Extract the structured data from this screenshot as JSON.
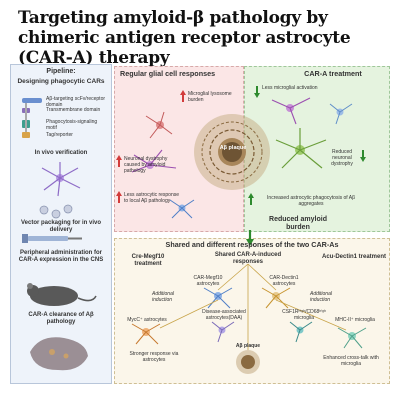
{
  "title": "Targeting amyloid-β pathology by chimeric antigen receptor astrocyte (CAR-A) therapy",
  "pipeline": {
    "heading": "Pipeline:",
    "designing": "Designing phagocytic CARs",
    "car_parts": [
      "Aβ-targeting scFv/receptor domain",
      "Transmembrane domain",
      "Phagocytosis-signaling motif",
      "Tag/reporter"
    ],
    "in_vivo": "In vivo verification",
    "vector": "Vector packaging for in vivo delivery",
    "peripheral": "Peripheral administration for CAR-A expression in the CNS",
    "clearance": "CAR-A clearance of Aβ pathology"
  },
  "regular": {
    "heading": "Regular glial cell responses",
    "microglia": "Microglial lysosome burden",
    "neuronal": "Neuronal dystrophy caused by amyloid pathology",
    "astro": "Less astrocytic response to local Aβ pathology"
  },
  "cara": {
    "heading": "CAR-A treatment",
    "less_micro": "Less microglial activation",
    "reduced_dys": "Reduced neuronal dystrophy",
    "increased": "Increased astrocytic phagocytosis of Aβ aggregates"
  },
  "center": {
    "plaque": "Aβ plaque",
    "reduced": "Reduced amyloid burden"
  },
  "shared": {
    "heading": "Shared and different responses of the two CAR-As",
    "left_title": "Cre-Megf10 treatment",
    "mid_title": "Shared CAR-A-induced responses",
    "right_title": "Acu-Dectin1 treatment",
    "megf10_astro": "CAR-Megf10 astrocytes",
    "dectin_astro": "CAR-Dectin1 astrocytes",
    "add_left": "Additional induction",
    "add_right": "Additional induction",
    "myc": "MycC⁺ astrocytes",
    "daa": "Disease-associated astrocytes(DAA)",
    "csf": "CSF1Rʰⁱᵍʰ/CD68ʰⁱᵍʰ microglia",
    "mhc": "MHC-II⁺ microglia",
    "plaque": "Aβ plaque",
    "stronger": "Stronger response via astrocytes",
    "enhanced": "Enhanced cross-talk with microglia"
  }
}
